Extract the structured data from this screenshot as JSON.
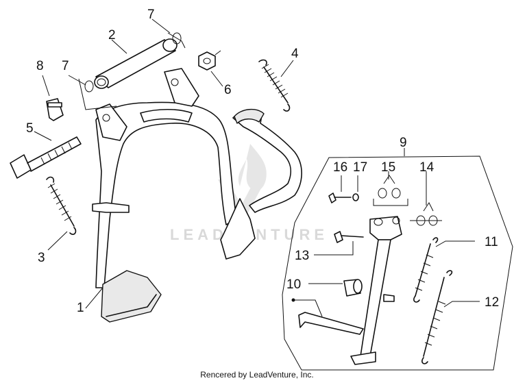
{
  "diagram": {
    "callouts": [
      {
        "id": "c1",
        "text": "1"
      },
      {
        "id": "c2",
        "text": "2"
      },
      {
        "id": "c3",
        "text": "3"
      },
      {
        "id": "c4",
        "text": "4"
      },
      {
        "id": "c5",
        "text": "5"
      },
      {
        "id": "c6",
        "text": "6"
      },
      {
        "id": "c7a",
        "text": "7"
      },
      {
        "id": "c7b",
        "text": "7"
      },
      {
        "id": "c8",
        "text": "8"
      },
      {
        "id": "c9",
        "text": "9"
      },
      {
        "id": "c10",
        "text": "10"
      },
      {
        "id": "c11",
        "text": "11"
      },
      {
        "id": "c12",
        "text": "12"
      },
      {
        "id": "c13",
        "text": "13"
      },
      {
        "id": "c14",
        "text": "14"
      },
      {
        "id": "c15",
        "text": "15"
      },
      {
        "id": "c16",
        "text": "16"
      },
      {
        "id": "c17",
        "text": "17"
      }
    ],
    "watermark": "LEADVENTURE",
    "footer": "Rencered by LeadVenture, Inc."
  }
}
